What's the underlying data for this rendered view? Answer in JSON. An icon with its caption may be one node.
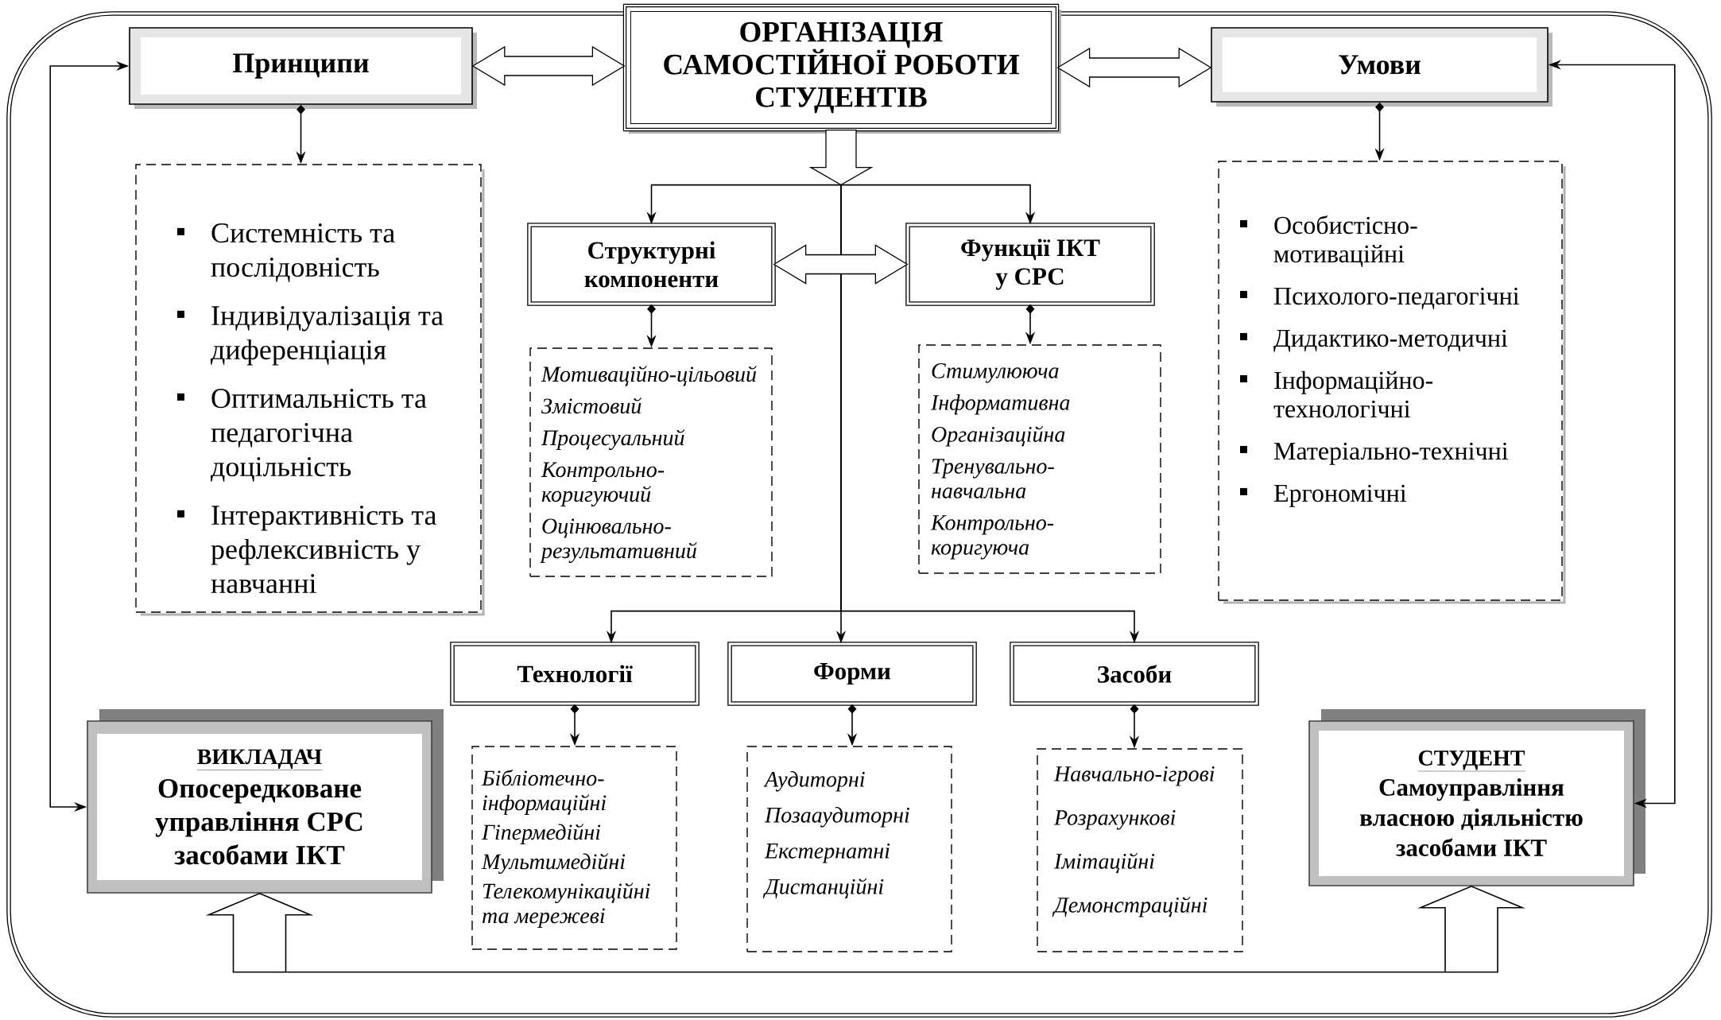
{
  "diagram": {
    "nodes": [
      {
        "text": [
          "ОРГАНІЗАЦІЯ САМОСТІЙНОЇ РОБОТИ СТУДЕНТІВ"
        ]
      },
      {
        "text": [
          "Принципи"
        ]
      },
      {
        "text": [
          "Умови"
        ]
      },
      {
        "text": [
          "Системність та послідовність",
          "Індивідуалізація та диференціація",
          "Оптимальність та педагогічна доцільність",
          "Інтерактивність та рефлексивність у навчанні"
        ]
      },
      {
        "text": [
          "Особистісно-мотиваційні",
          "Психолого-педагогічні",
          "Дидактико-методичні",
          "Інформаційно-технологічні",
          "Матеріально-технічні",
          "Ергономічні"
        ]
      },
      {
        "text": [
          "Структурні компоненти"
        ]
      },
      {
        "text": [
          "Функції ІКТ у СРС"
        ]
      },
      {
        "text": [
          "Мотиваційно-цільовий",
          "Змістовий",
          "Процесуальний",
          "Контрольно-коригуючий",
          "Оцінювально-результативний"
        ]
      },
      {
        "text": [
          "Стимулююча",
          "Інформативна",
          "Організаційна",
          "Тренувально-навчальна",
          "Контрольно-коригуюча"
        ]
      },
      {
        "text": [
          "Технології"
        ]
      },
      {
        "text": [
          "Форми"
        ]
      },
      {
        "text": [
          "Засоби"
        ]
      },
      {
        "text": [
          "Бібліотечно-інформаційні",
          "Гіпермедійні",
          "Мультимедійні",
          "Телекомунікаційні та мережеві"
        ]
      },
      {
        "text": [
          "Аудиторні",
          "Позааудиторні",
          "Екстернатні",
          "Дистанційні"
        ]
      },
      {
        "text": [
          "Навчально-ігрові",
          "Розрахункові",
          "Імітаційні",
          "Демонстраційні"
        ]
      },
      {
        "text": [
          "ВИКЛАДАЧ",
          "Опосередковане управління СРС засобами ІКТ"
        ]
      },
      {
        "text": [
          "СТУДЕНТ",
          "Самоуправління власною діяльністю засобами ІКТ"
        ]
      }
    ],
    "edges": [
      {
        "from": 1,
        "to": 0,
        "arrow": "both",
        "style": "thick"
      },
      {
        "from": 0,
        "to": 2,
        "arrow": "both",
        "style": "thick"
      },
      {
        "from": 1,
        "to": 3,
        "arrow": "to"
      },
      {
        "from": 2,
        "to": 4,
        "arrow": "to"
      },
      {
        "from": 0,
        "to": 5,
        "arrow": "to"
      },
      {
        "from": 0,
        "to": 6,
        "arrow": "to"
      },
      {
        "from": 0,
        "to": 9,
        "arrow": "to"
      },
      {
        "from": 0,
        "to": 10,
        "arrow": "to"
      },
      {
        "from": 0,
        "to": 11,
        "arrow": "to"
      },
      {
        "from": 5,
        "to": 6,
        "arrow": "both",
        "style": "thick"
      },
      {
        "from": 5,
        "to": 7,
        "arrow": "to"
      },
      {
        "from": 6,
        "to": 8,
        "arrow": "to"
      },
      {
        "from": 9,
        "to": 12,
        "arrow": "to"
      },
      {
        "from": 10,
        "to": 13,
        "arrow": "to"
      },
      {
        "from": 11,
        "to": 14,
        "arrow": "to"
      },
      {
        "from": 1,
        "to": 15,
        "arrow": "both"
      },
      {
        "from": 2,
        "to": 16,
        "arrow": "both"
      },
      {
        "from": 15,
        "to": 16,
        "arrow": "both",
        "style": "thick"
      }
    ]
  }
}
